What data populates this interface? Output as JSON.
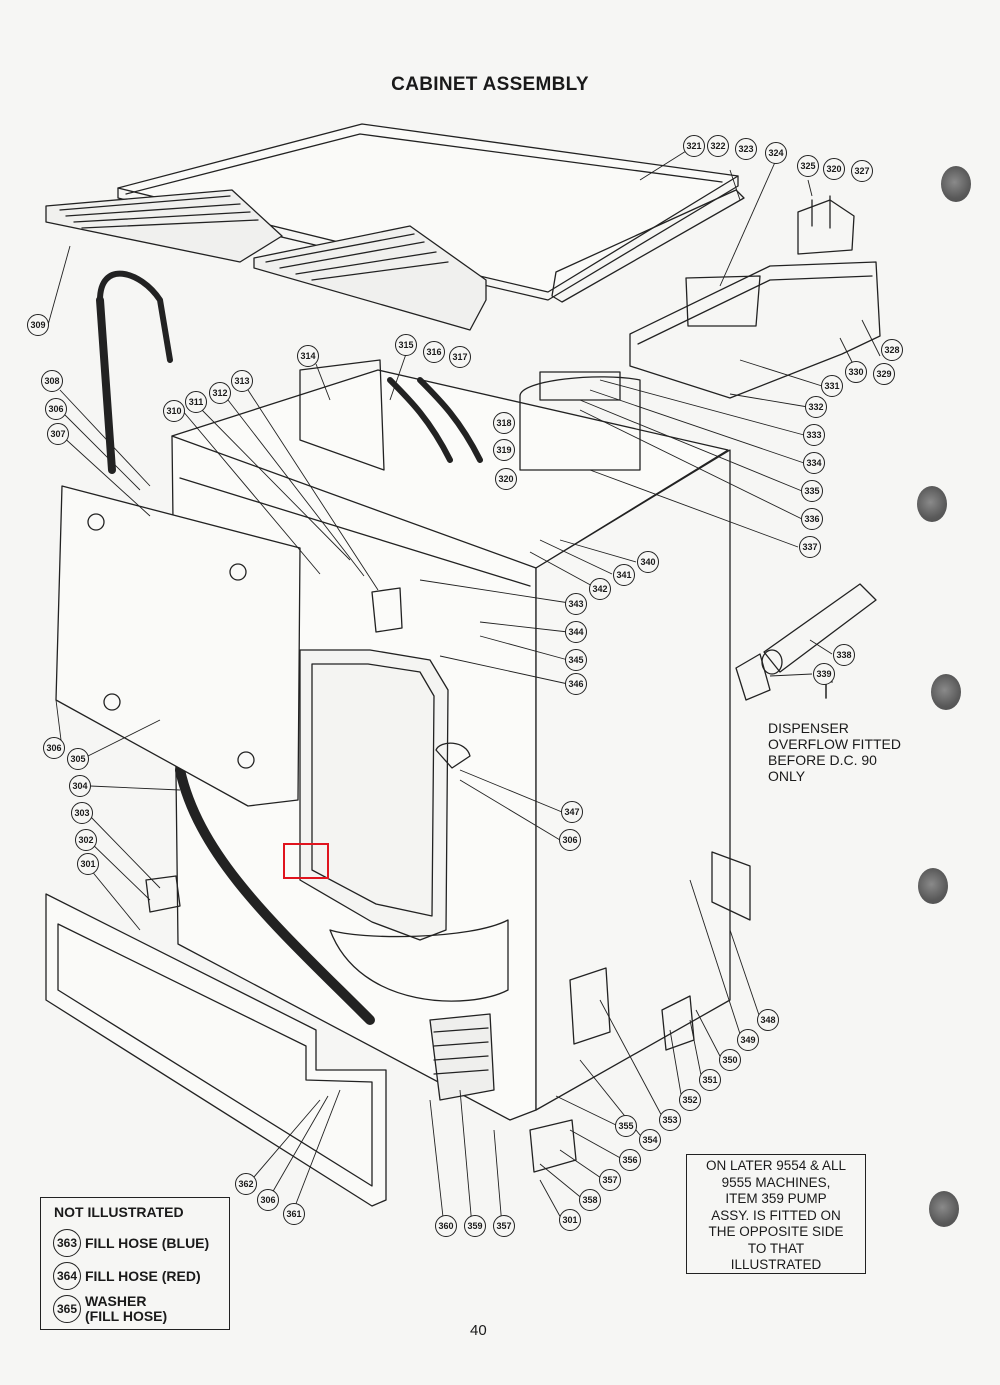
{
  "page": {
    "title": "CABINET ASSEMBLY",
    "page_number": "40"
  },
  "callouts": [
    {
      "label": "321",
      "name": "callout-321"
    },
    {
      "label": "322",
      "name": "callout-322"
    },
    {
      "label": "323",
      "name": "callout-323"
    },
    {
      "label": "324",
      "name": "callout-324"
    },
    {
      "label": "325",
      "name": "callout-325"
    },
    {
      "label": "320",
      "name": "callout-320-top"
    },
    {
      "label": "327",
      "name": "callout-327"
    },
    {
      "label": "328",
      "name": "callout-328"
    },
    {
      "label": "329",
      "name": "callout-329"
    },
    {
      "label": "330",
      "name": "callout-330"
    },
    {
      "label": "331",
      "name": "callout-331"
    },
    {
      "label": "332",
      "name": "callout-332"
    },
    {
      "label": "333",
      "name": "callout-333"
    },
    {
      "label": "334",
      "name": "callout-334"
    },
    {
      "label": "335",
      "name": "callout-335"
    },
    {
      "label": "336",
      "name": "callout-336"
    },
    {
      "label": "337",
      "name": "callout-337"
    },
    {
      "label": "309",
      "name": "callout-309"
    },
    {
      "label": "314",
      "name": "callout-314"
    },
    {
      "label": "315",
      "name": "callout-315"
    },
    {
      "label": "316",
      "name": "callout-316"
    },
    {
      "label": "317",
      "name": "callout-317"
    },
    {
      "label": "318",
      "name": "callout-318"
    },
    {
      "label": "319",
      "name": "callout-319"
    },
    {
      "label": "320",
      "name": "callout-320"
    },
    {
      "label": "308",
      "name": "callout-308"
    },
    {
      "label": "306",
      "name": "callout-306-a"
    },
    {
      "label": "307",
      "name": "callout-307"
    },
    {
      "label": "310",
      "name": "callout-310"
    },
    {
      "label": "311",
      "name": "callout-311"
    },
    {
      "label": "312",
      "name": "callout-312"
    },
    {
      "label": "313",
      "name": "callout-313"
    },
    {
      "label": "340",
      "name": "callout-340"
    },
    {
      "label": "341",
      "name": "callout-341"
    },
    {
      "label": "342",
      "name": "callout-342"
    },
    {
      "label": "343",
      "name": "callout-343"
    },
    {
      "label": "344",
      "name": "callout-344"
    },
    {
      "label": "345",
      "name": "callout-345"
    },
    {
      "label": "346",
      "name": "callout-346"
    },
    {
      "label": "338",
      "name": "callout-338"
    },
    {
      "label": "339",
      "name": "callout-339"
    },
    {
      "label": "306",
      "name": "callout-306-b"
    },
    {
      "label": "305",
      "name": "callout-305"
    },
    {
      "label": "304",
      "name": "callout-304"
    },
    {
      "label": "303",
      "name": "callout-303"
    },
    {
      "label": "302",
      "name": "callout-302"
    },
    {
      "label": "301",
      "name": "callout-301-a"
    },
    {
      "label": "347",
      "name": "callout-347"
    },
    {
      "label": "306",
      "name": "callout-306-c"
    },
    {
      "label": "348",
      "name": "callout-348"
    },
    {
      "label": "349",
      "name": "callout-349"
    },
    {
      "label": "350",
      "name": "callout-350"
    },
    {
      "label": "351",
      "name": "callout-351"
    },
    {
      "label": "352",
      "name": "callout-352"
    },
    {
      "label": "353",
      "name": "callout-353"
    },
    {
      "label": "354",
      "name": "callout-354"
    },
    {
      "label": "355",
      "name": "callout-355"
    },
    {
      "label": "356",
      "name": "callout-356"
    },
    {
      "label": "357",
      "name": "callout-357-a"
    },
    {
      "label": "358",
      "name": "callout-358"
    },
    {
      "label": "301",
      "name": "callout-301-b"
    },
    {
      "label": "362",
      "name": "callout-362"
    },
    {
      "label": "306",
      "name": "callout-306-d"
    },
    {
      "label": "361",
      "name": "callout-361"
    },
    {
      "label": "360",
      "name": "callout-360"
    },
    {
      "label": "359",
      "name": "callout-359"
    },
    {
      "label": "357",
      "name": "callout-357-b"
    }
  ],
  "dispenser_note": {
    "lines": [
      "DISPENSER",
      "OVERFLOW FITTED",
      "BEFORE D.C. 90",
      "ONLY"
    ]
  },
  "pump_note": {
    "lines": [
      "ON LATER 9554 & ALL",
      "9555 MACHINES,",
      "ITEM 359 PUMP",
      "ASSY. IS FITTED ON",
      "THE OPPOSITE SIDE",
      "TO THAT",
      "ILLUSTRATED"
    ]
  },
  "not_illustrated": {
    "title": "NOT ILLUSTRATED",
    "items": [
      {
        "number": "363",
        "lines": [
          "FILL HOSE (BLUE)"
        ]
      },
      {
        "number": "364",
        "lines": [
          "FILL HOSE (RED)"
        ]
      },
      {
        "number": "365",
        "lines": [
          "WASHER",
          "(FILL HOSE)"
        ]
      }
    ]
  }
}
